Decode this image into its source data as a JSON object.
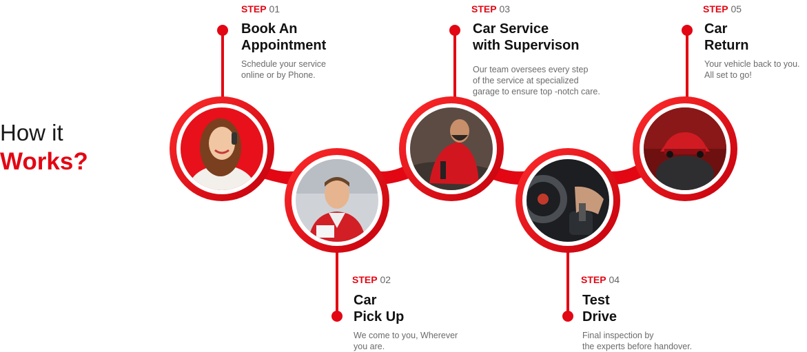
{
  "heading": {
    "line1": "How it",
    "line2": "Works?"
  },
  "colors": {
    "accent": "#e30613",
    "title": "#111111",
    "body": "#6b6b6b"
  },
  "steps": [
    {
      "word": "STEP",
      "num": "01",
      "title1": "Book An",
      "title2": "Appointment",
      "desc1": "Schedule your service",
      "desc2": "online or by Phone.",
      "desc3": "",
      "image": "woman-on-phone"
    },
    {
      "word": "STEP",
      "num": "02",
      "title1": "Car",
      "title2": "Pick Up",
      "desc1": "We come to you, Wherever",
      "desc2": "you are.",
      "desc3": "",
      "image": "mechanic-with-clipboard"
    },
    {
      "word": "STEP",
      "num": "03",
      "title1": "Car Service",
      "title2": "with Supervison",
      "desc1": "Our team oversees every step",
      "desc2": "of the service at specialized",
      "desc3": "garage to ensure top -notch care.",
      "image": "technician-working-on-car"
    },
    {
      "word": "STEP",
      "num": "04",
      "title1": "Test",
      "title2": "Drive",
      "desc1": "Final inspection by",
      "desc2": "the experts before handover.",
      "desc3": "",
      "image": "hand-on-gear-shift"
    },
    {
      "word": "STEP",
      "num": "05",
      "title1": "Car",
      "title2": "Return",
      "desc1": "Your vehicle back to you.",
      "desc2": "All set to go!",
      "desc3": "",
      "image": "hands-holding-red-car"
    }
  ]
}
